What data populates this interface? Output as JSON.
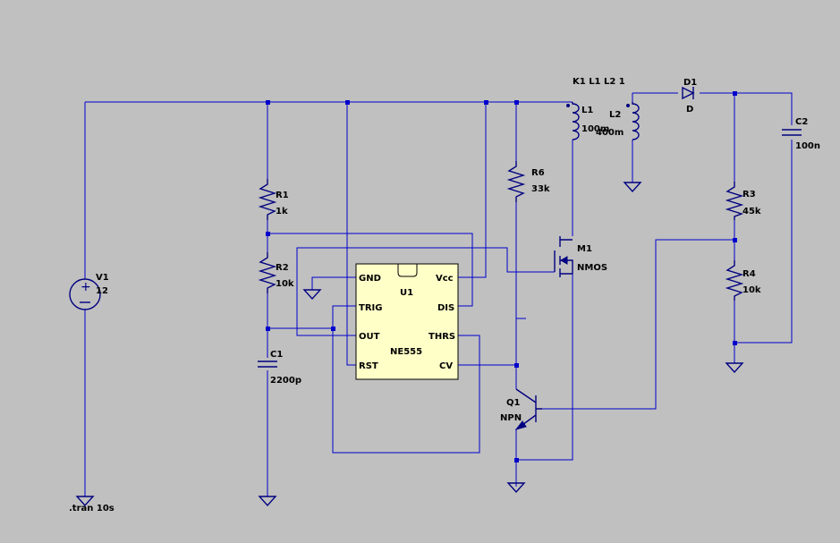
{
  "title": "",
  "colors": {
    "background": "#c0c0c0",
    "wire": "#0000cc",
    "component": "#000080",
    "ic_fill": "#ffffc8",
    "text": "#000000"
  },
  "components": {
    "v1": {
      "ref": "V1",
      "value": "12",
      "plus": "+"
    },
    "r1": {
      "ref": "R1",
      "value": "1k"
    },
    "r2": {
      "ref": "R2",
      "value": "10k"
    },
    "c1": {
      "ref": "C1",
      "value": "2200p"
    },
    "u1": {
      "ref": "U1",
      "part": "NE555",
      "pins": {
        "gnd": "GND",
        "vcc": "Vcc",
        "trig": "TRIG",
        "dis": "DIS",
        "out": "OUT",
        "thrs": "THRS",
        "rst": "RST",
        "cv": "CV"
      }
    },
    "r6": {
      "ref": "R6",
      "value": "33k"
    },
    "m1": {
      "ref": "M1",
      "value": "NMOS"
    },
    "q1": {
      "ref": "Q1",
      "value": "NPN"
    },
    "l1": {
      "ref": "L1",
      "value": "100m"
    },
    "l2": {
      "ref": "L2",
      "value": "400m"
    },
    "d1": {
      "ref": "D1",
      "value": "D"
    },
    "c2": {
      "ref": "C2",
      "value": "100n"
    },
    "r3": {
      "ref": "R3",
      "value": "45k"
    },
    "r4": {
      "ref": "R4",
      "value": "10k"
    }
  },
  "directives": {
    "coupling": "K1 L1 L2 1",
    "analysis": ".tran 10s"
  }
}
